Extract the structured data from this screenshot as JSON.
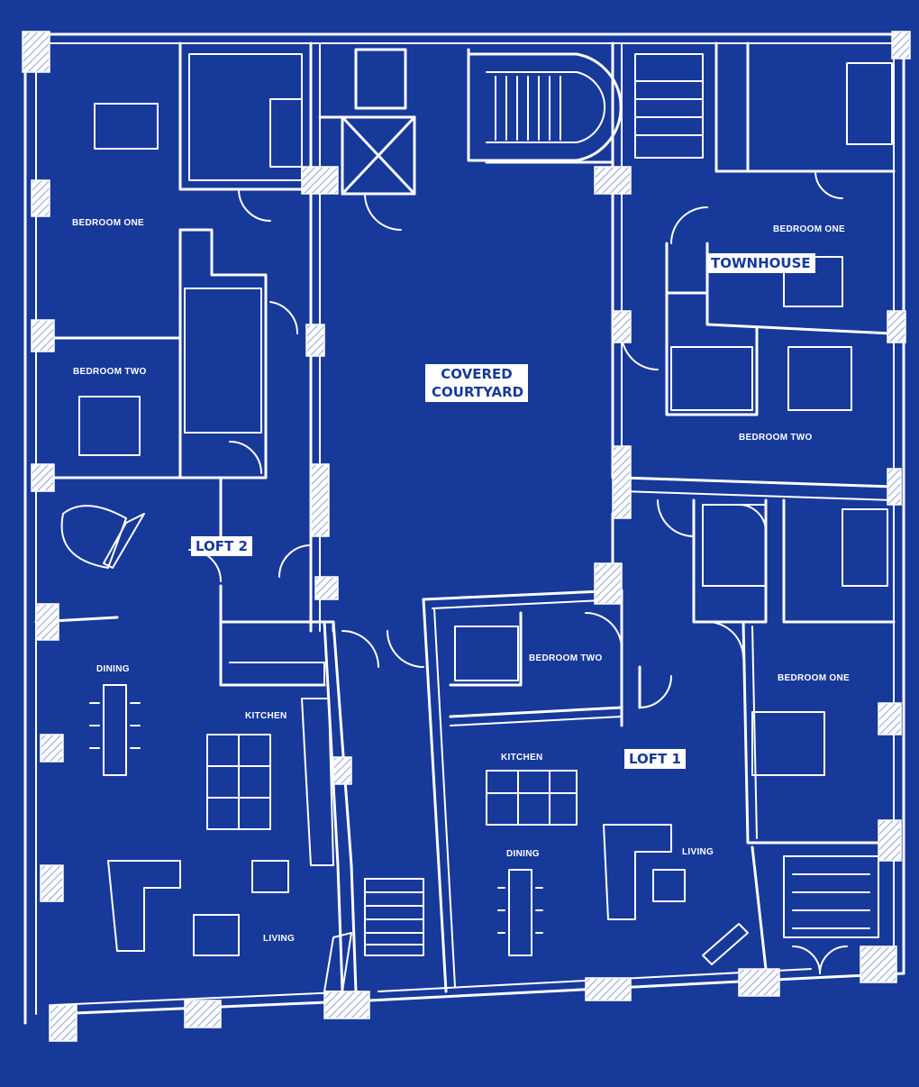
{
  "colors": {
    "background": "#17399a",
    "lines": "#ffffff",
    "label_text": "#17399a"
  },
  "headline_labels": {
    "covered_courtyard_line1": "COVERED",
    "covered_courtyard_line2": "COURTYARD",
    "townhouse": "TOWNHOUSE",
    "loft_2": "LOFT 2",
    "loft_1": "LOFT 1"
  },
  "rooms": {
    "loft2_bedroom_one": "BEDROOM ONE",
    "loft2_bedroom_two": "BEDROOM TWO",
    "loft2_dining": "DINING",
    "loft2_kitchen": "KITCHEN",
    "loft2_living": "LIVING",
    "townhouse_bedroom_one": "BEDROOM ONE",
    "townhouse_bedroom_two": "BEDROOM TWO",
    "loft1_bedroom_two": "BEDROOM TWO",
    "loft1_bedroom_one": "BEDROOM ONE",
    "loft1_kitchen": "KITCHEN",
    "loft1_dining": "DINING",
    "loft1_living": "LIVING"
  }
}
